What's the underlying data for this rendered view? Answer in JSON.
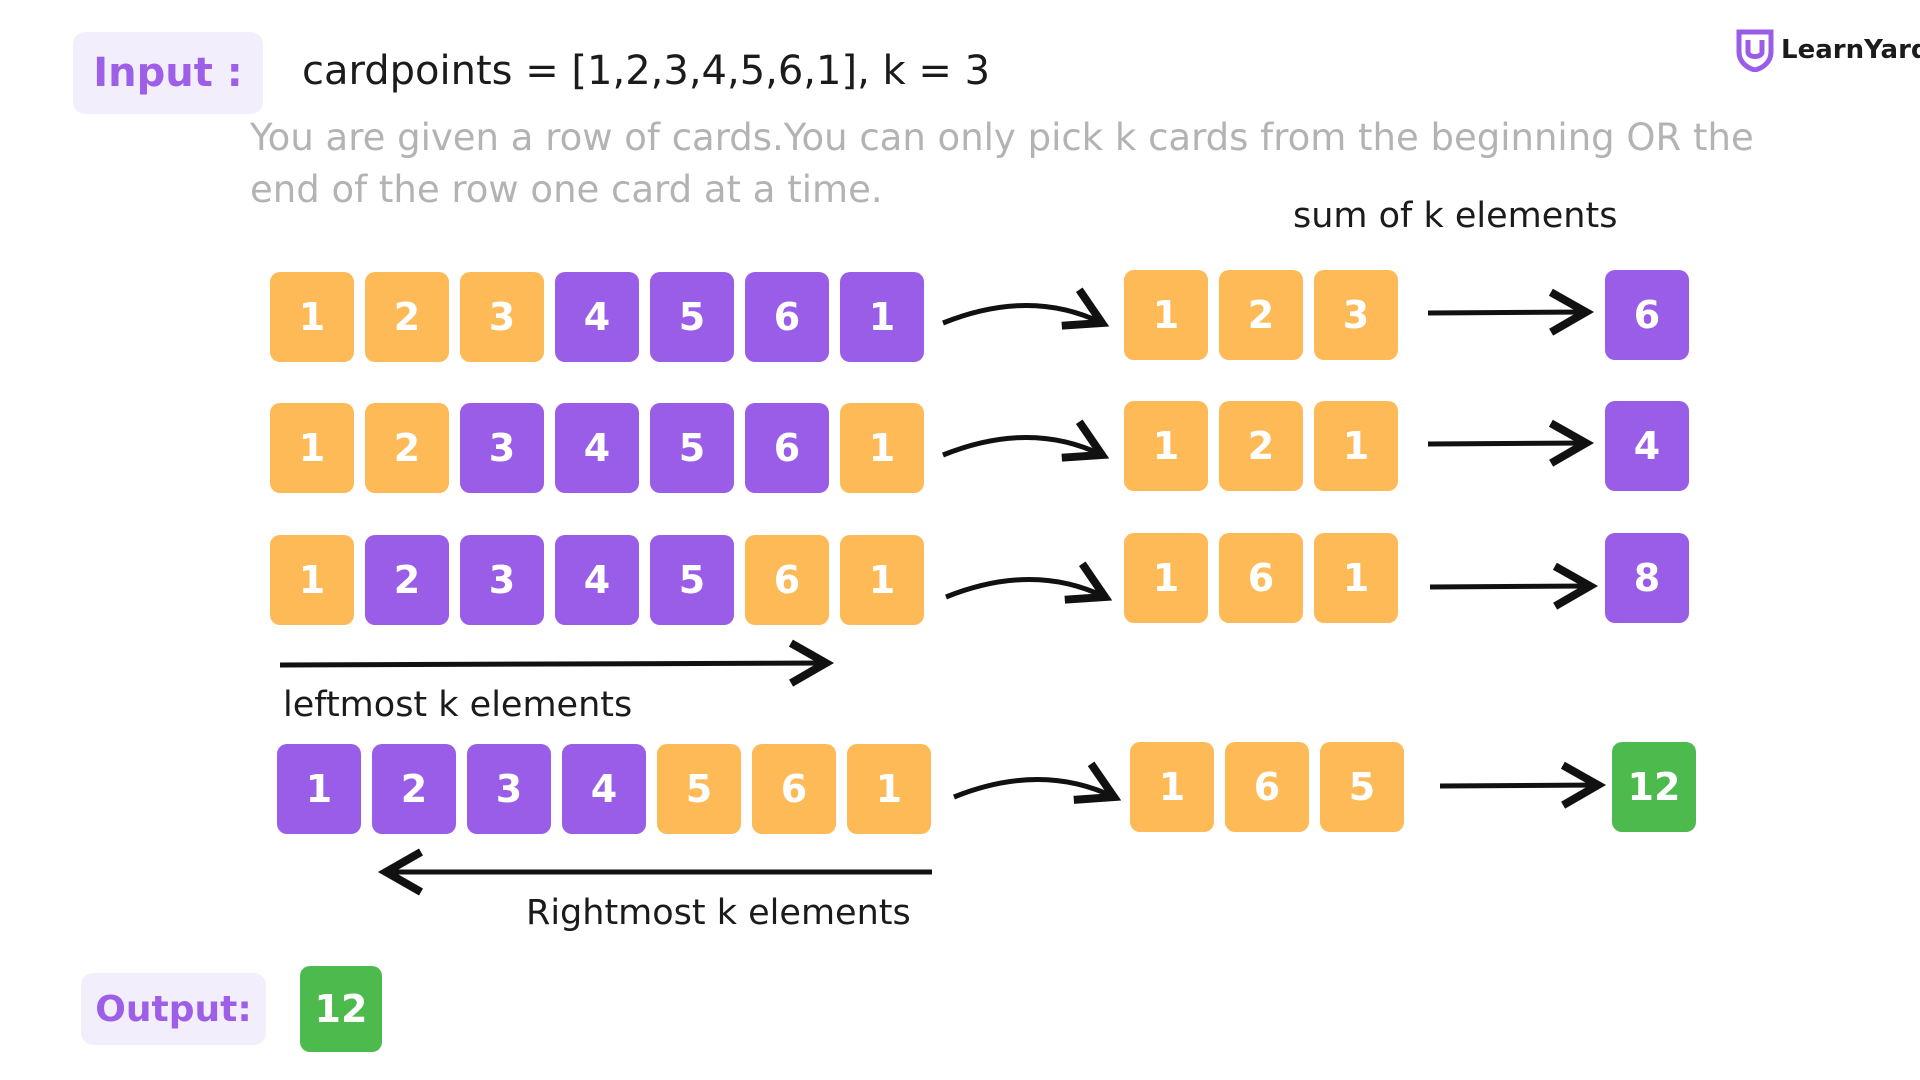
{
  "input_label": "Input :",
  "input_text": "cardpoints = [1,2,3,4,5,6,1], k = 3",
  "description_line1": "You are given a row of cards.You can only pick k cards from the beginning OR the",
  "description_line2": "end of the row one card at a time.",
  "logo": {
    "text": "LearnYard",
    "icon": "shield-u-icon",
    "color": "#9a5de8"
  },
  "sum_caption": "sum of k elements",
  "leftmost_caption": "leftmost k elements",
  "rightmost_caption": "Rightmost k elements",
  "output_label": "Output:",
  "output_value": "12",
  "colors": {
    "selected": "#fdba57",
    "unselected": "#9a5de8",
    "best": "#4dba4e"
  },
  "rows": [
    {
      "cards": [
        {
          "v": "1",
          "c": "y"
        },
        {
          "v": "2",
          "c": "y"
        },
        {
          "v": "3",
          "c": "y"
        },
        {
          "v": "4",
          "c": "p"
        },
        {
          "v": "5",
          "c": "p"
        },
        {
          "v": "6",
          "c": "p"
        },
        {
          "v": "1",
          "c": "p"
        }
      ],
      "picked": [
        "1",
        "2",
        "3"
      ],
      "sum": "6",
      "sum_color": "p"
    },
    {
      "cards": [
        {
          "v": "1",
          "c": "y"
        },
        {
          "v": "2",
          "c": "y"
        },
        {
          "v": "3",
          "c": "p"
        },
        {
          "v": "4",
          "c": "p"
        },
        {
          "v": "5",
          "c": "p"
        },
        {
          "v": "6",
          "c": "p"
        },
        {
          "v": "1",
          "c": "y"
        }
      ],
      "picked": [
        "1",
        "2",
        "1"
      ],
      "sum": "4",
      "sum_color": "p"
    },
    {
      "cards": [
        {
          "v": "1",
          "c": "y"
        },
        {
          "v": "2",
          "c": "p"
        },
        {
          "v": "3",
          "c": "p"
        },
        {
          "v": "4",
          "c": "p"
        },
        {
          "v": "5",
          "c": "p"
        },
        {
          "v": "6",
          "c": "y"
        },
        {
          "v": "1",
          "c": "y"
        }
      ],
      "picked": [
        "1",
        "6",
        "1"
      ],
      "sum": "8",
      "sum_color": "p"
    },
    {
      "cards": [
        {
          "v": "1",
          "c": "p"
        },
        {
          "v": "2",
          "c": "p"
        },
        {
          "v": "3",
          "c": "p"
        },
        {
          "v": "4",
          "c": "p"
        },
        {
          "v": "5",
          "c": "y"
        },
        {
          "v": "6",
          "c": "y"
        },
        {
          "v": "1",
          "c": "y"
        }
      ],
      "picked": [
        "1",
        "6",
        "5"
      ],
      "sum": "12",
      "sum_color": "g"
    }
  ]
}
